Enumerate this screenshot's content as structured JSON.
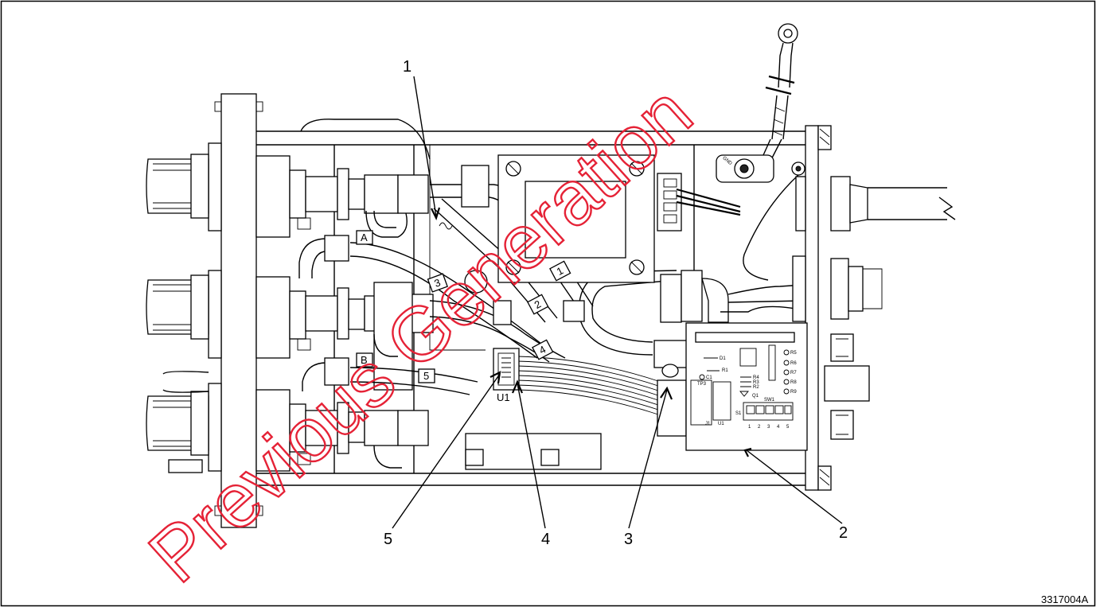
{
  "figure_id": "3317004A",
  "watermark": "Previous Generation",
  "callouts": [
    {
      "id": "callout-1",
      "label": "1"
    },
    {
      "id": "callout-2",
      "label": "2"
    },
    {
      "id": "callout-3",
      "label": "3"
    },
    {
      "id": "callout-4",
      "label": "4"
    },
    {
      "id": "callout-5",
      "label": "5"
    }
  ],
  "tube_tags": [
    "A",
    "B",
    "1",
    "2",
    "3",
    "4",
    "5"
  ],
  "connector_label": "U1",
  "ground_label": "GND",
  "pcb_labels": {
    "d1": "D1",
    "r1": "R1",
    "c1": "C1",
    "q1": "Q1",
    "tp3": "TP3",
    "r2": "R2",
    "r3": "R3",
    "r4": "R4",
    "r5": "R5",
    "r6": "R6",
    "r7": "R7",
    "r8": "R8",
    "r9": "R9",
    "s1": "S1",
    "j1": "J1",
    "u1": "U1",
    "sw1": "SW1",
    "switch_numbers": [
      "1",
      "2",
      "3",
      "4",
      "5"
    ]
  },
  "colors": {
    "watermark": "#e52236",
    "line": "#000000",
    "background": "#ffffff"
  }
}
